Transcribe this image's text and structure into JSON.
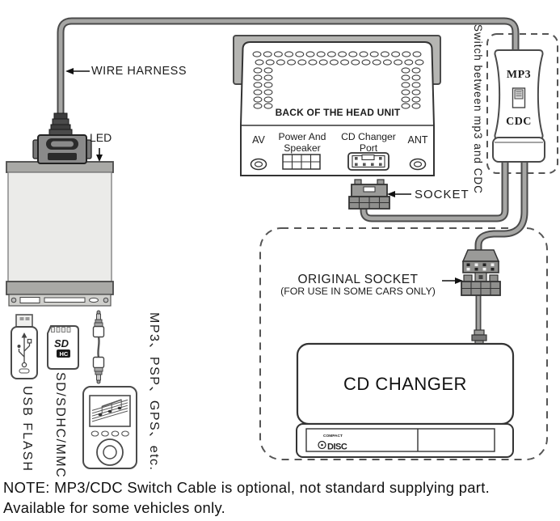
{
  "diagram": {
    "harness_label": "WIRE HARNESS",
    "led_label": "LED",
    "head_unit": {
      "title": "BACK OF THE HEAD UNIT",
      "ports": {
        "av": "AV",
        "power_line1": "Power And",
        "power_line2": "Speaker",
        "cdc_line1": "CD Changer",
        "cdc_line2": "Port",
        "ant": "ANT"
      }
    },
    "socket_label": "SOCKET",
    "switch": {
      "vertical_label": "Switch between mp3 and CDC",
      "top": "MP3",
      "bottom": "CDC"
    },
    "original_socket": {
      "label": "ORIGINAL SOCKET",
      "note": "(FOR USE IN SOME CARS ONLY)"
    },
    "cd_changer": {
      "label": "CD CHANGER",
      "logo_line1": "COMPACT",
      "logo_line2": "DISC"
    },
    "sources": {
      "usb": "USB FLASH",
      "sd": "SD/SDHC/MMC",
      "others": "MP3、PSP、GPS、etc.",
      "sd_logo_1": "SD",
      "sd_logo_2": "HC"
    }
  },
  "note": {
    "line1": "NOTE: MP3/CDC Switch Cable is optional, not standard supplying part.",
    "line2": "Available for some vehicles only."
  },
  "colors": {
    "wire": "#a6a6a4",
    "wire_outline": "#4a4a4a",
    "connector_gray": "#8f8f8f",
    "device_body": "#ebebe9",
    "device_bar": "#a9a9a6",
    "sleeve": "#b5b5b2",
    "dashed_border": "#555555",
    "text": "#1c1c1c"
  }
}
